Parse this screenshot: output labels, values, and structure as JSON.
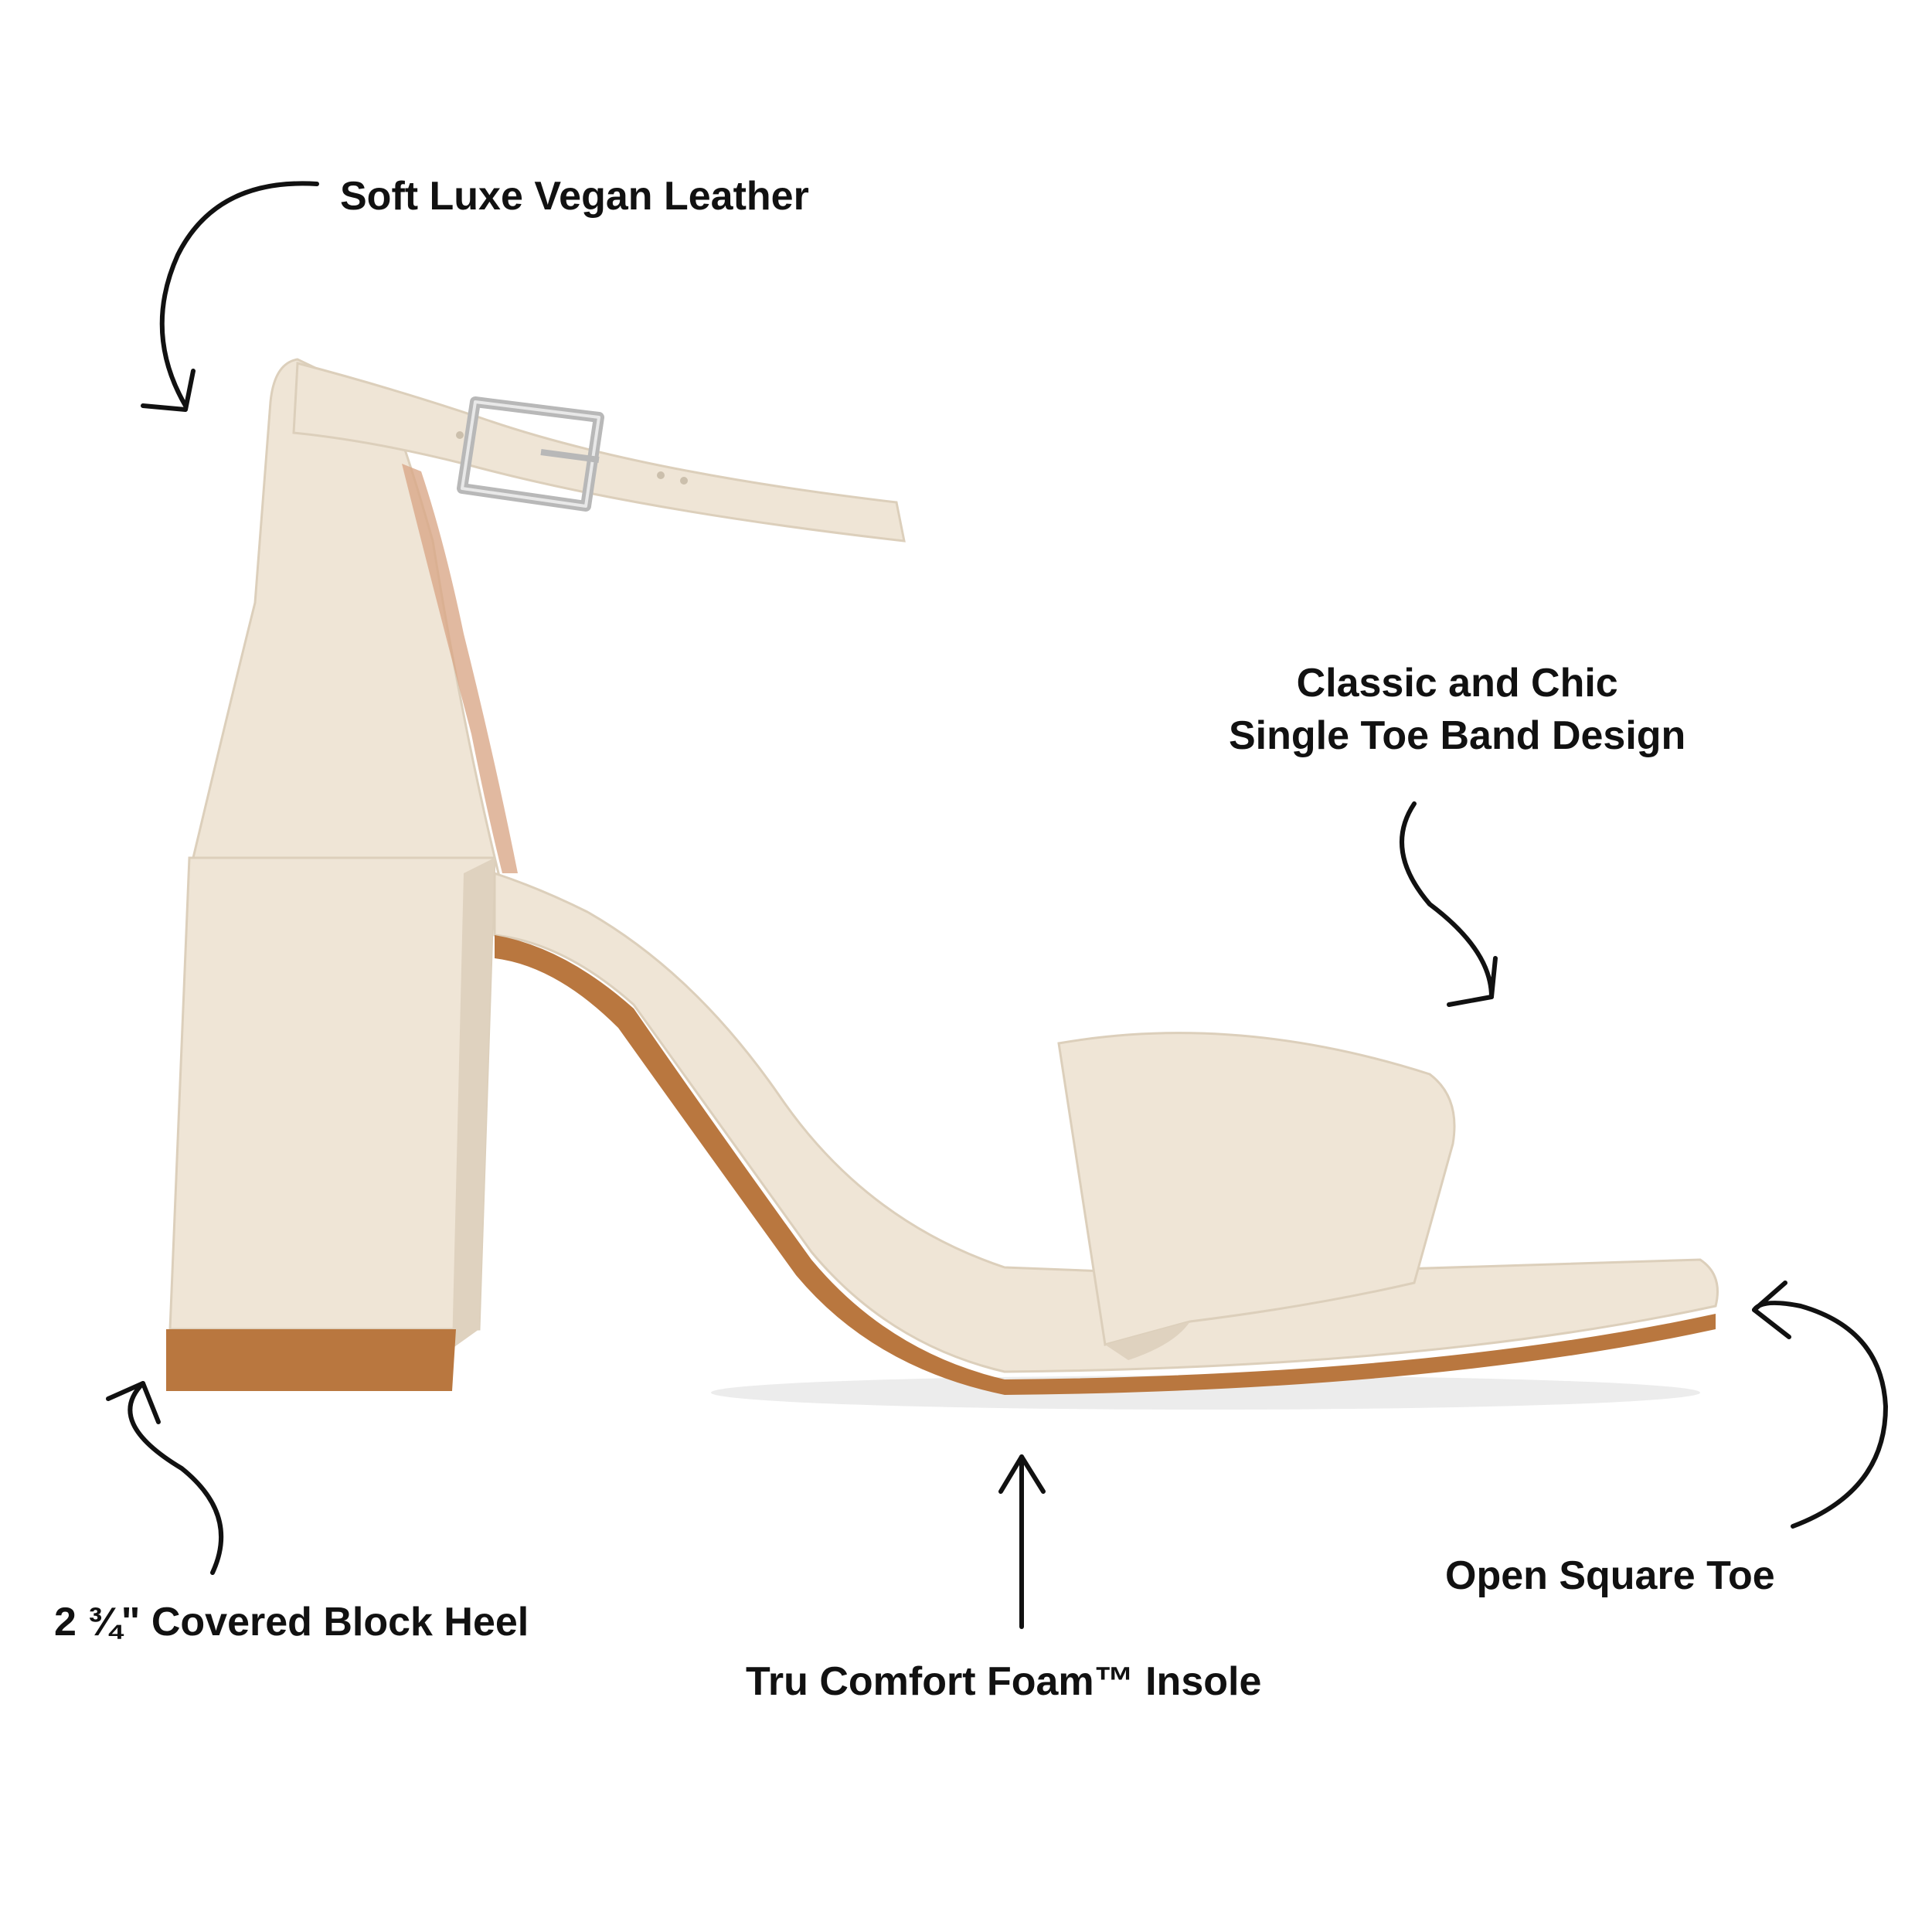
{
  "colors": {
    "background": "#ffffff",
    "text": "#111111",
    "leather": "#efe5d6",
    "leather_shade": "#dfd2bf",
    "outsole": "#b9773f",
    "buckle": "#b8b8b8"
  },
  "product": {
    "image_icon": "sandal-illustration",
    "features": {
      "leather": "Soft Luxe Vegan Leather",
      "toe_band_line1": "Classic and Chic",
      "toe_band_line2": "Single Toe Band Design",
      "heel": "2 ¾\" Covered Block Heel",
      "insole": "Tru Comfort Foam™ Insole",
      "toe": "Open Square Toe"
    }
  }
}
